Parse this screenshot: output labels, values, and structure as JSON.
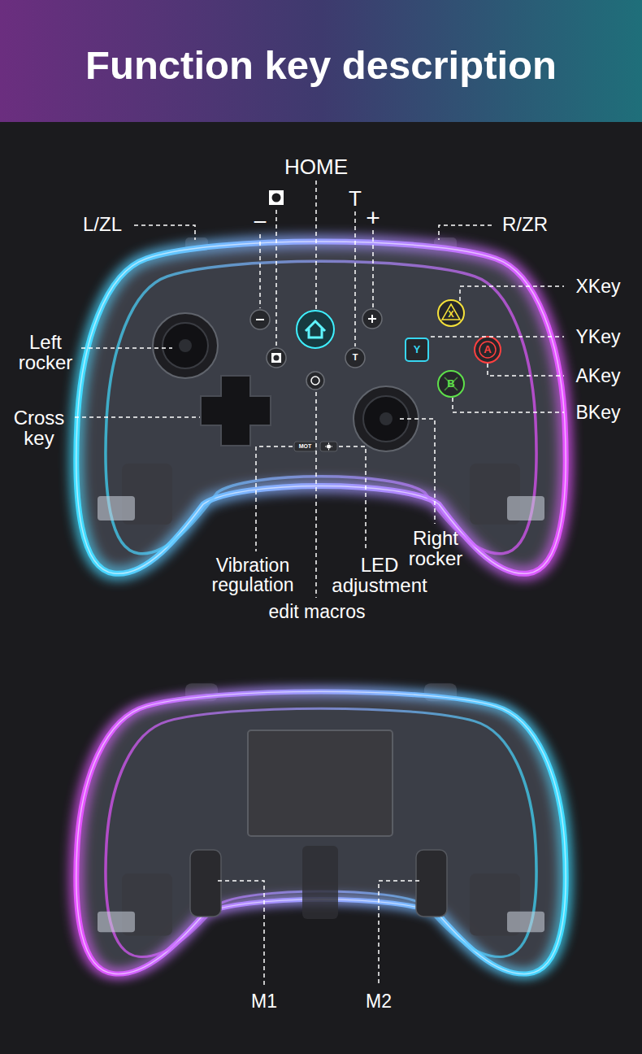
{
  "diagram": {
    "title": "Function key description",
    "labels": [
      "HOME",
      "L/ZL",
      "−",
      "T",
      "+",
      "R/ZR",
      "XKey",
      "Left rocker",
      "YKey",
      "AKey",
      "Cross key",
      "BKey",
      "Right rocker",
      "Vibration regulation",
      "LED adjustment",
      "edit macros",
      "M1",
      "M2",
      "X",
      "Y",
      "A",
      "B",
      "T",
      "MOT"
    ]
  }
}
